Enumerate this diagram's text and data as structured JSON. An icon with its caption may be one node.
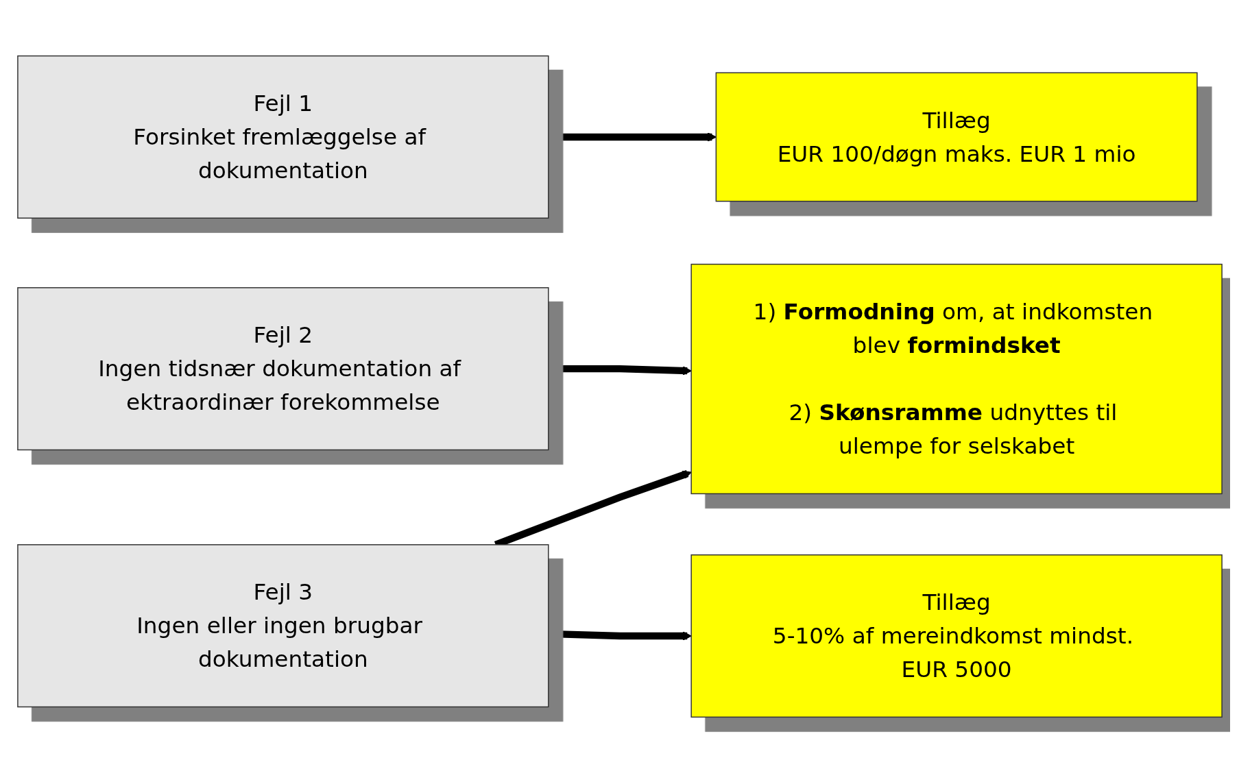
{
  "diagram": {
    "nodes": [
      {
        "text": [
          "Fejl 1",
          "Forsinket fremlæggelse af dokumentation"
        ]
      },
      {
        "text": [
          "Tillæg",
          "EUR 100/døgn maks. EUR 1 mio"
        ]
      },
      {
        "text": [
          "Fejl 2",
          "Ingen tidsnær dokumentation af ektraordinær forekommelse"
        ]
      },
      {
        "text": [
          "1) **Formodning** om, at indkomsten blev **formindsket**",
          "2) **Skønsramme** udnyttes til ulempe for selskabet"
        ]
      },
      {
        "text": [
          "Fejl 3",
          "Ingen eller ingen brugbar dokumentation"
        ]
      },
      {
        "text": [
          "Tillæg",
          "5-10% af mereindkomst mindst. EUR 5000"
        ]
      }
    ],
    "edges": [
      {
        "from": 0,
        "to": 1,
        "arrow": "to"
      },
      {
        "from": 2,
        "to": 3,
        "arrow": "to"
      },
      {
        "from": 4,
        "to": 3,
        "arrow": "to"
      },
      {
        "from": 4,
        "to": 5,
        "arrow": "to"
      }
    ]
  }
}
